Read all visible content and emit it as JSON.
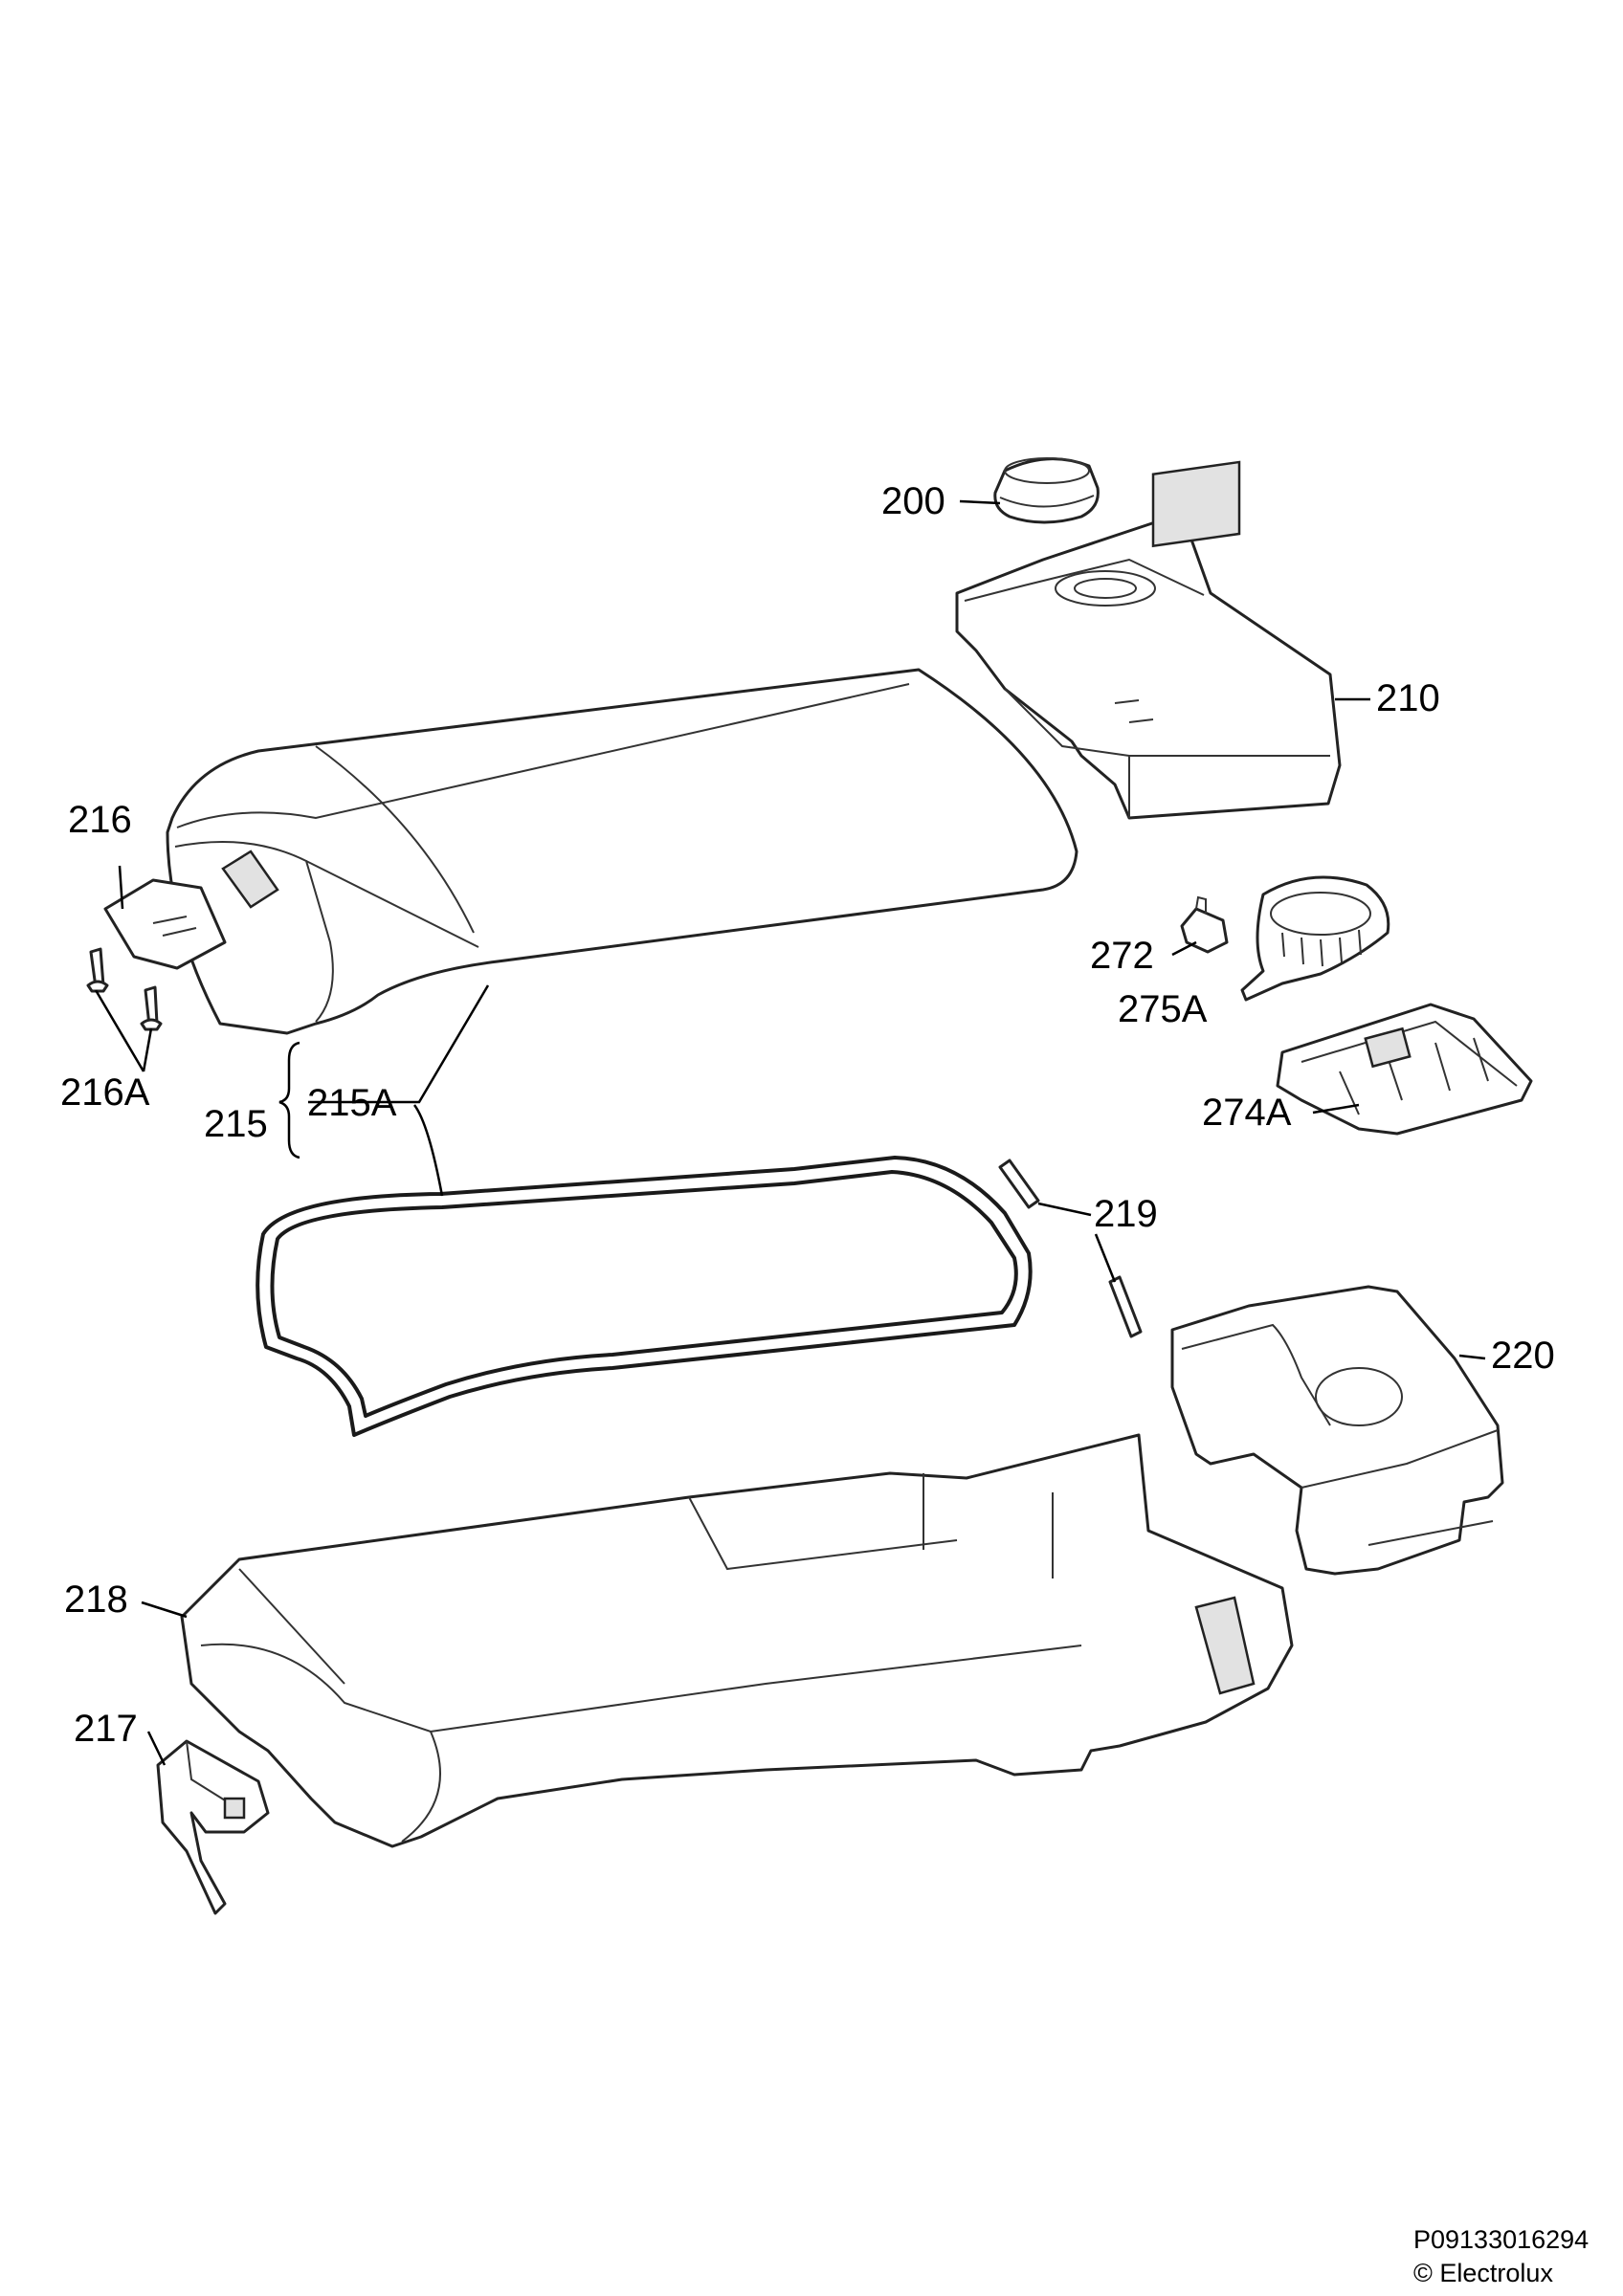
{
  "callouts": {
    "c200": "200",
    "c210": "210",
    "c216": "216",
    "c216A": "216A",
    "c215": "215",
    "c215A": "215A",
    "c272": "272",
    "c275A": "275A",
    "c274A": "274A",
    "c219": "219",
    "c220": "220",
    "c218": "218",
    "c217": "217"
  },
  "footer": {
    "code": "P09133016294",
    "copyright": "© Electrolux"
  }
}
